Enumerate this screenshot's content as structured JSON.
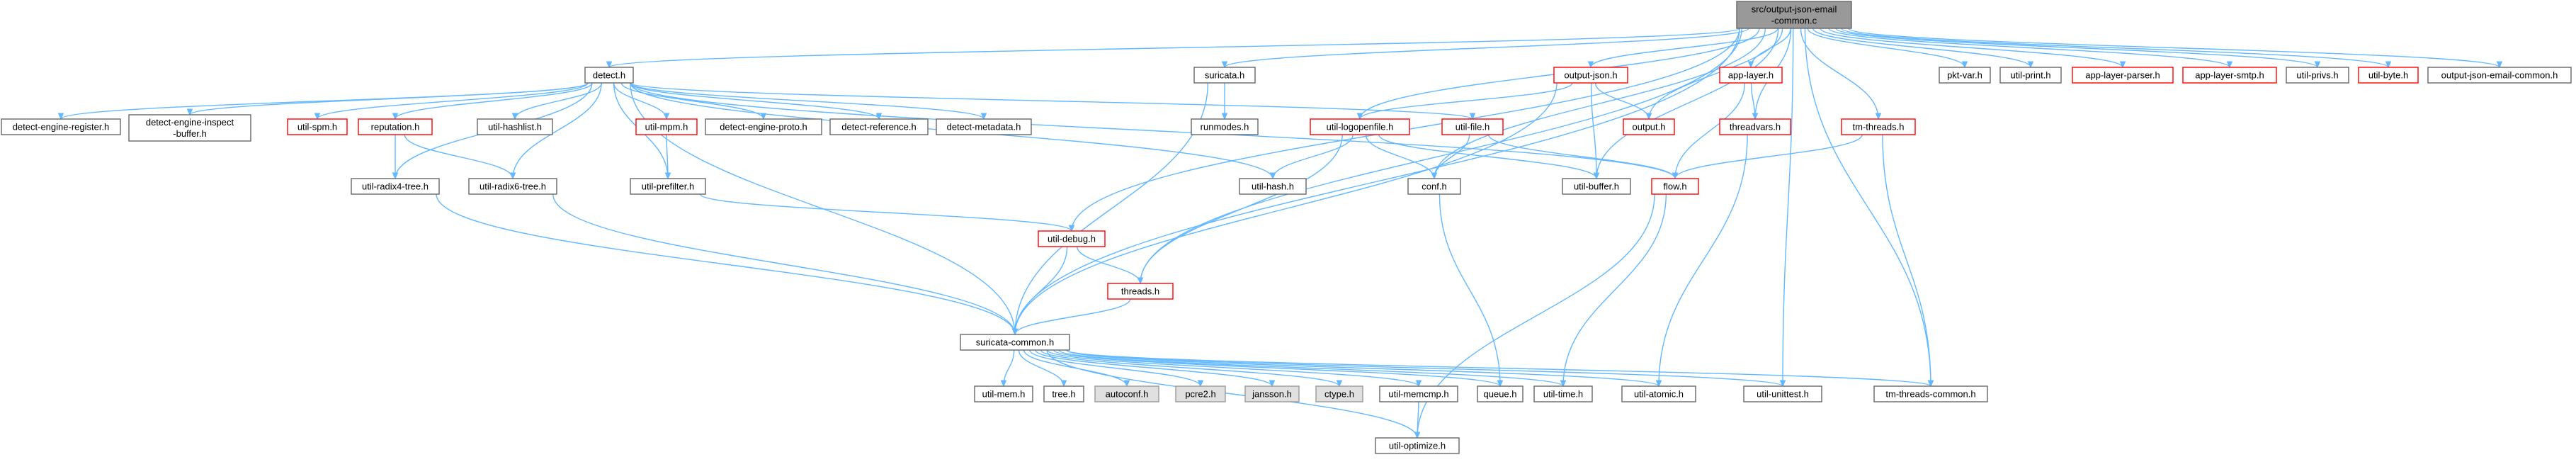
{
  "colors": {
    "edge": "#63b8ff",
    "normal_border": "#666666",
    "normal_fill": "#ffffff",
    "red_border": "#ff0000",
    "gray_fill": "#e0e0e0",
    "gray_border": "#999999",
    "root_fill": "#999999",
    "root_border": "#666666"
  },
  "nodes": [
    {
      "id": "root",
      "lines": [
        "src/output-json-email",
        "-common.c"
      ],
      "style": "root"
    },
    {
      "id": "detect",
      "lines": [
        "detect.h"
      ],
      "style": "normal"
    },
    {
      "id": "suricata",
      "lines": [
        "suricata.h"
      ],
      "style": "normal"
    },
    {
      "id": "output_json",
      "lines": [
        "output-json.h"
      ],
      "style": "red"
    },
    {
      "id": "app_layer",
      "lines": [
        "app-layer.h"
      ],
      "style": "red"
    },
    {
      "id": "pkt_var",
      "lines": [
        "pkt-var.h"
      ],
      "style": "normal"
    },
    {
      "id": "util_print",
      "lines": [
        "util-print.h"
      ],
      "style": "normal"
    },
    {
      "id": "app_layer_parser",
      "lines": [
        "app-layer-parser.h"
      ],
      "style": "red"
    },
    {
      "id": "app_layer_smtp",
      "lines": [
        "app-layer-smtp.h"
      ],
      "style": "red"
    },
    {
      "id": "util_privs",
      "lines": [
        "util-privs.h"
      ],
      "style": "normal"
    },
    {
      "id": "util_byte",
      "lines": [
        "util-byte.h"
      ],
      "style": "red"
    },
    {
      "id": "oje_common",
      "lines": [
        "output-json-email-common.h"
      ],
      "style": "normal"
    },
    {
      "id": "der",
      "lines": [
        "detect-engine-register.h"
      ],
      "style": "normal"
    },
    {
      "id": "deib",
      "lines": [
        "detect-engine-inspect",
        "-buffer.h"
      ],
      "style": "normal"
    },
    {
      "id": "util_spm",
      "lines": [
        "util-spm.h"
      ],
      "style": "red"
    },
    {
      "id": "reputation",
      "lines": [
        "reputation.h"
      ],
      "style": "red"
    },
    {
      "id": "util_hashlist",
      "lines": [
        "util-hashlist.h"
      ],
      "style": "normal"
    },
    {
      "id": "util_mpm",
      "lines": [
        "util-mpm.h"
      ],
      "style": "red"
    },
    {
      "id": "dep",
      "lines": [
        "detect-engine-proto.h"
      ],
      "style": "normal"
    },
    {
      "id": "dref",
      "lines": [
        "detect-reference.h"
      ],
      "style": "normal"
    },
    {
      "id": "dmeta",
      "lines": [
        "detect-metadata.h"
      ],
      "style": "normal"
    },
    {
      "id": "runmodes",
      "lines": [
        "runmodes.h"
      ],
      "style": "normal"
    },
    {
      "id": "util_logopenfile",
      "lines": [
        "util-logopenfile.h"
      ],
      "style": "red"
    },
    {
      "id": "util_file",
      "lines": [
        "util-file.h"
      ],
      "style": "red"
    },
    {
      "id": "output_h",
      "lines": [
        "output.h"
      ],
      "style": "red"
    },
    {
      "id": "threadvars",
      "lines": [
        "threadvars.h"
      ],
      "style": "red"
    },
    {
      "id": "tm_threads",
      "lines": [
        "tm-threads.h"
      ],
      "style": "red"
    },
    {
      "id": "util_radix4",
      "lines": [
        "util-radix4-tree.h"
      ],
      "style": "normal"
    },
    {
      "id": "util_radix6",
      "lines": [
        "util-radix6-tree.h"
      ],
      "style": "normal"
    },
    {
      "id": "util_prefilter",
      "lines": [
        "util-prefilter.h"
      ],
      "style": "normal"
    },
    {
      "id": "util_hash",
      "lines": [
        "util-hash.h"
      ],
      "style": "normal"
    },
    {
      "id": "conf",
      "lines": [
        "conf.h"
      ],
      "style": "normal"
    },
    {
      "id": "util_buffer",
      "lines": [
        "util-buffer.h"
      ],
      "style": "normal"
    },
    {
      "id": "flow",
      "lines": [
        "flow.h"
      ],
      "style": "red"
    },
    {
      "id": "util_debug",
      "lines": [
        "util-debug.h"
      ],
      "style": "red"
    },
    {
      "id": "threads",
      "lines": [
        "threads.h"
      ],
      "style": "red"
    },
    {
      "id": "suricata_common",
      "lines": [
        "suricata-common.h"
      ],
      "style": "normal"
    },
    {
      "id": "util_mem",
      "lines": [
        "util-mem.h"
      ],
      "style": "normal"
    },
    {
      "id": "tree",
      "lines": [
        "tree.h"
      ],
      "style": "normal"
    },
    {
      "id": "autoconf",
      "lines": [
        "autoconf.h"
      ],
      "style": "gray"
    },
    {
      "id": "pcre2",
      "lines": [
        "pcre2.h"
      ],
      "style": "gray"
    },
    {
      "id": "jansson",
      "lines": [
        "jansson.h"
      ],
      "style": "gray"
    },
    {
      "id": "ctype",
      "lines": [
        "ctype.h"
      ],
      "style": "gray"
    },
    {
      "id": "util_memcmp",
      "lines": [
        "util-memcmp.h"
      ],
      "style": "normal"
    },
    {
      "id": "queue",
      "lines": [
        "queue.h"
      ],
      "style": "normal"
    },
    {
      "id": "util_time",
      "lines": [
        "util-time.h"
      ],
      "style": "normal"
    },
    {
      "id": "util_atomic",
      "lines": [
        "util-atomic.h"
      ],
      "style": "normal"
    },
    {
      "id": "util_unittest",
      "lines": [
        "util-unittest.h"
      ],
      "style": "normal"
    },
    {
      "id": "tm_threads_common",
      "lines": [
        "tm-threads-common.h"
      ],
      "style": "normal"
    },
    {
      "id": "util_optimize",
      "lines": [
        "util-optimize.h"
      ],
      "style": "normal"
    }
  ],
  "edges": [
    [
      "root",
      "detect"
    ],
    [
      "root",
      "suricata"
    ],
    [
      "root",
      "output_json"
    ],
    [
      "root",
      "app_layer"
    ],
    [
      "root",
      "pkt_var"
    ],
    [
      "root",
      "util_print"
    ],
    [
      "root",
      "app_layer_parser"
    ],
    [
      "root",
      "app_layer_smtp"
    ],
    [
      "root",
      "util_privs"
    ],
    [
      "root",
      "util_byte"
    ],
    [
      "root",
      "oje_common"
    ],
    [
      "root",
      "util_logopenfile"
    ],
    [
      "root",
      "output_h"
    ],
    [
      "root",
      "threadvars"
    ],
    [
      "root",
      "tm_threads"
    ],
    [
      "root",
      "util_buffer"
    ],
    [
      "root",
      "conf"
    ],
    [
      "root",
      "util_debug"
    ],
    [
      "root",
      "threads"
    ],
    [
      "root",
      "suricata_common"
    ],
    [
      "root",
      "util_unittest"
    ],
    [
      "root",
      "tm_threads_common"
    ],
    [
      "detect",
      "der"
    ],
    [
      "detect",
      "deib"
    ],
    [
      "detect",
      "util_spm"
    ],
    [
      "detect",
      "reputation"
    ],
    [
      "detect",
      "util_hashlist"
    ],
    [
      "detect",
      "util_mpm"
    ],
    [
      "detect",
      "dep"
    ],
    [
      "detect",
      "dref"
    ],
    [
      "detect",
      "dmeta"
    ],
    [
      "detect",
      "util_radix4"
    ],
    [
      "detect",
      "util_radix6"
    ],
    [
      "detect",
      "util_prefilter"
    ],
    [
      "detect",
      "util_hash"
    ],
    [
      "detect",
      "util_file"
    ],
    [
      "detect",
      "flow"
    ],
    [
      "detect",
      "suricata_common"
    ],
    [
      "reputation",
      "util_radix4"
    ],
    [
      "reputation",
      "util_radix6"
    ],
    [
      "util_mpm",
      "util_prefilter"
    ],
    [
      "suricata",
      "runmodes"
    ],
    [
      "suricata",
      "suricata_common"
    ],
    [
      "output_json",
      "util_logopenfile"
    ],
    [
      "output_json",
      "output_h"
    ],
    [
      "output_json",
      "util_buffer"
    ],
    [
      "output_json",
      "suricata_common"
    ],
    [
      "app_layer",
      "threadvars"
    ],
    [
      "app_layer",
      "flow"
    ],
    [
      "util_logopenfile",
      "util_hash"
    ],
    [
      "util_logopenfile",
      "conf"
    ],
    [
      "util_logopenfile",
      "util_buffer"
    ],
    [
      "util_logopenfile",
      "threads"
    ],
    [
      "util_file",
      "conf"
    ],
    [
      "util_file",
      "flow"
    ],
    [
      "threadvars",
      "util_atomic"
    ],
    [
      "tm_threads",
      "flow"
    ],
    [
      "tm_threads",
      "tm_threads_common"
    ],
    [
      "util_radix4",
      "suricata_common"
    ],
    [
      "util_radix6",
      "suricata_common"
    ],
    [
      "util_prefilter",
      "util_debug"
    ],
    [
      "conf",
      "queue"
    ],
    [
      "flow",
      "util_time"
    ],
    [
      "flow",
      "util_optimize"
    ],
    [
      "util_debug",
      "threads"
    ],
    [
      "util_debug",
      "suricata_common"
    ],
    [
      "threads",
      "suricata_common"
    ],
    [
      "suricata_common",
      "util_mem"
    ],
    [
      "suricata_common",
      "tree"
    ],
    [
      "suricata_common",
      "autoconf"
    ],
    [
      "suricata_common",
      "pcre2"
    ],
    [
      "suricata_common",
      "jansson"
    ],
    [
      "suricata_common",
      "ctype"
    ],
    [
      "suricata_common",
      "util_memcmp"
    ],
    [
      "suricata_common",
      "queue"
    ],
    [
      "suricata_common",
      "util_time"
    ],
    [
      "suricata_common",
      "util_atomic"
    ],
    [
      "suricata_common",
      "util_unittest"
    ],
    [
      "suricata_common",
      "tm_threads_common"
    ],
    [
      "suricata_common",
      "util_optimize"
    ],
    [
      "util_memcmp",
      "util_optimize"
    ]
  ]
}
